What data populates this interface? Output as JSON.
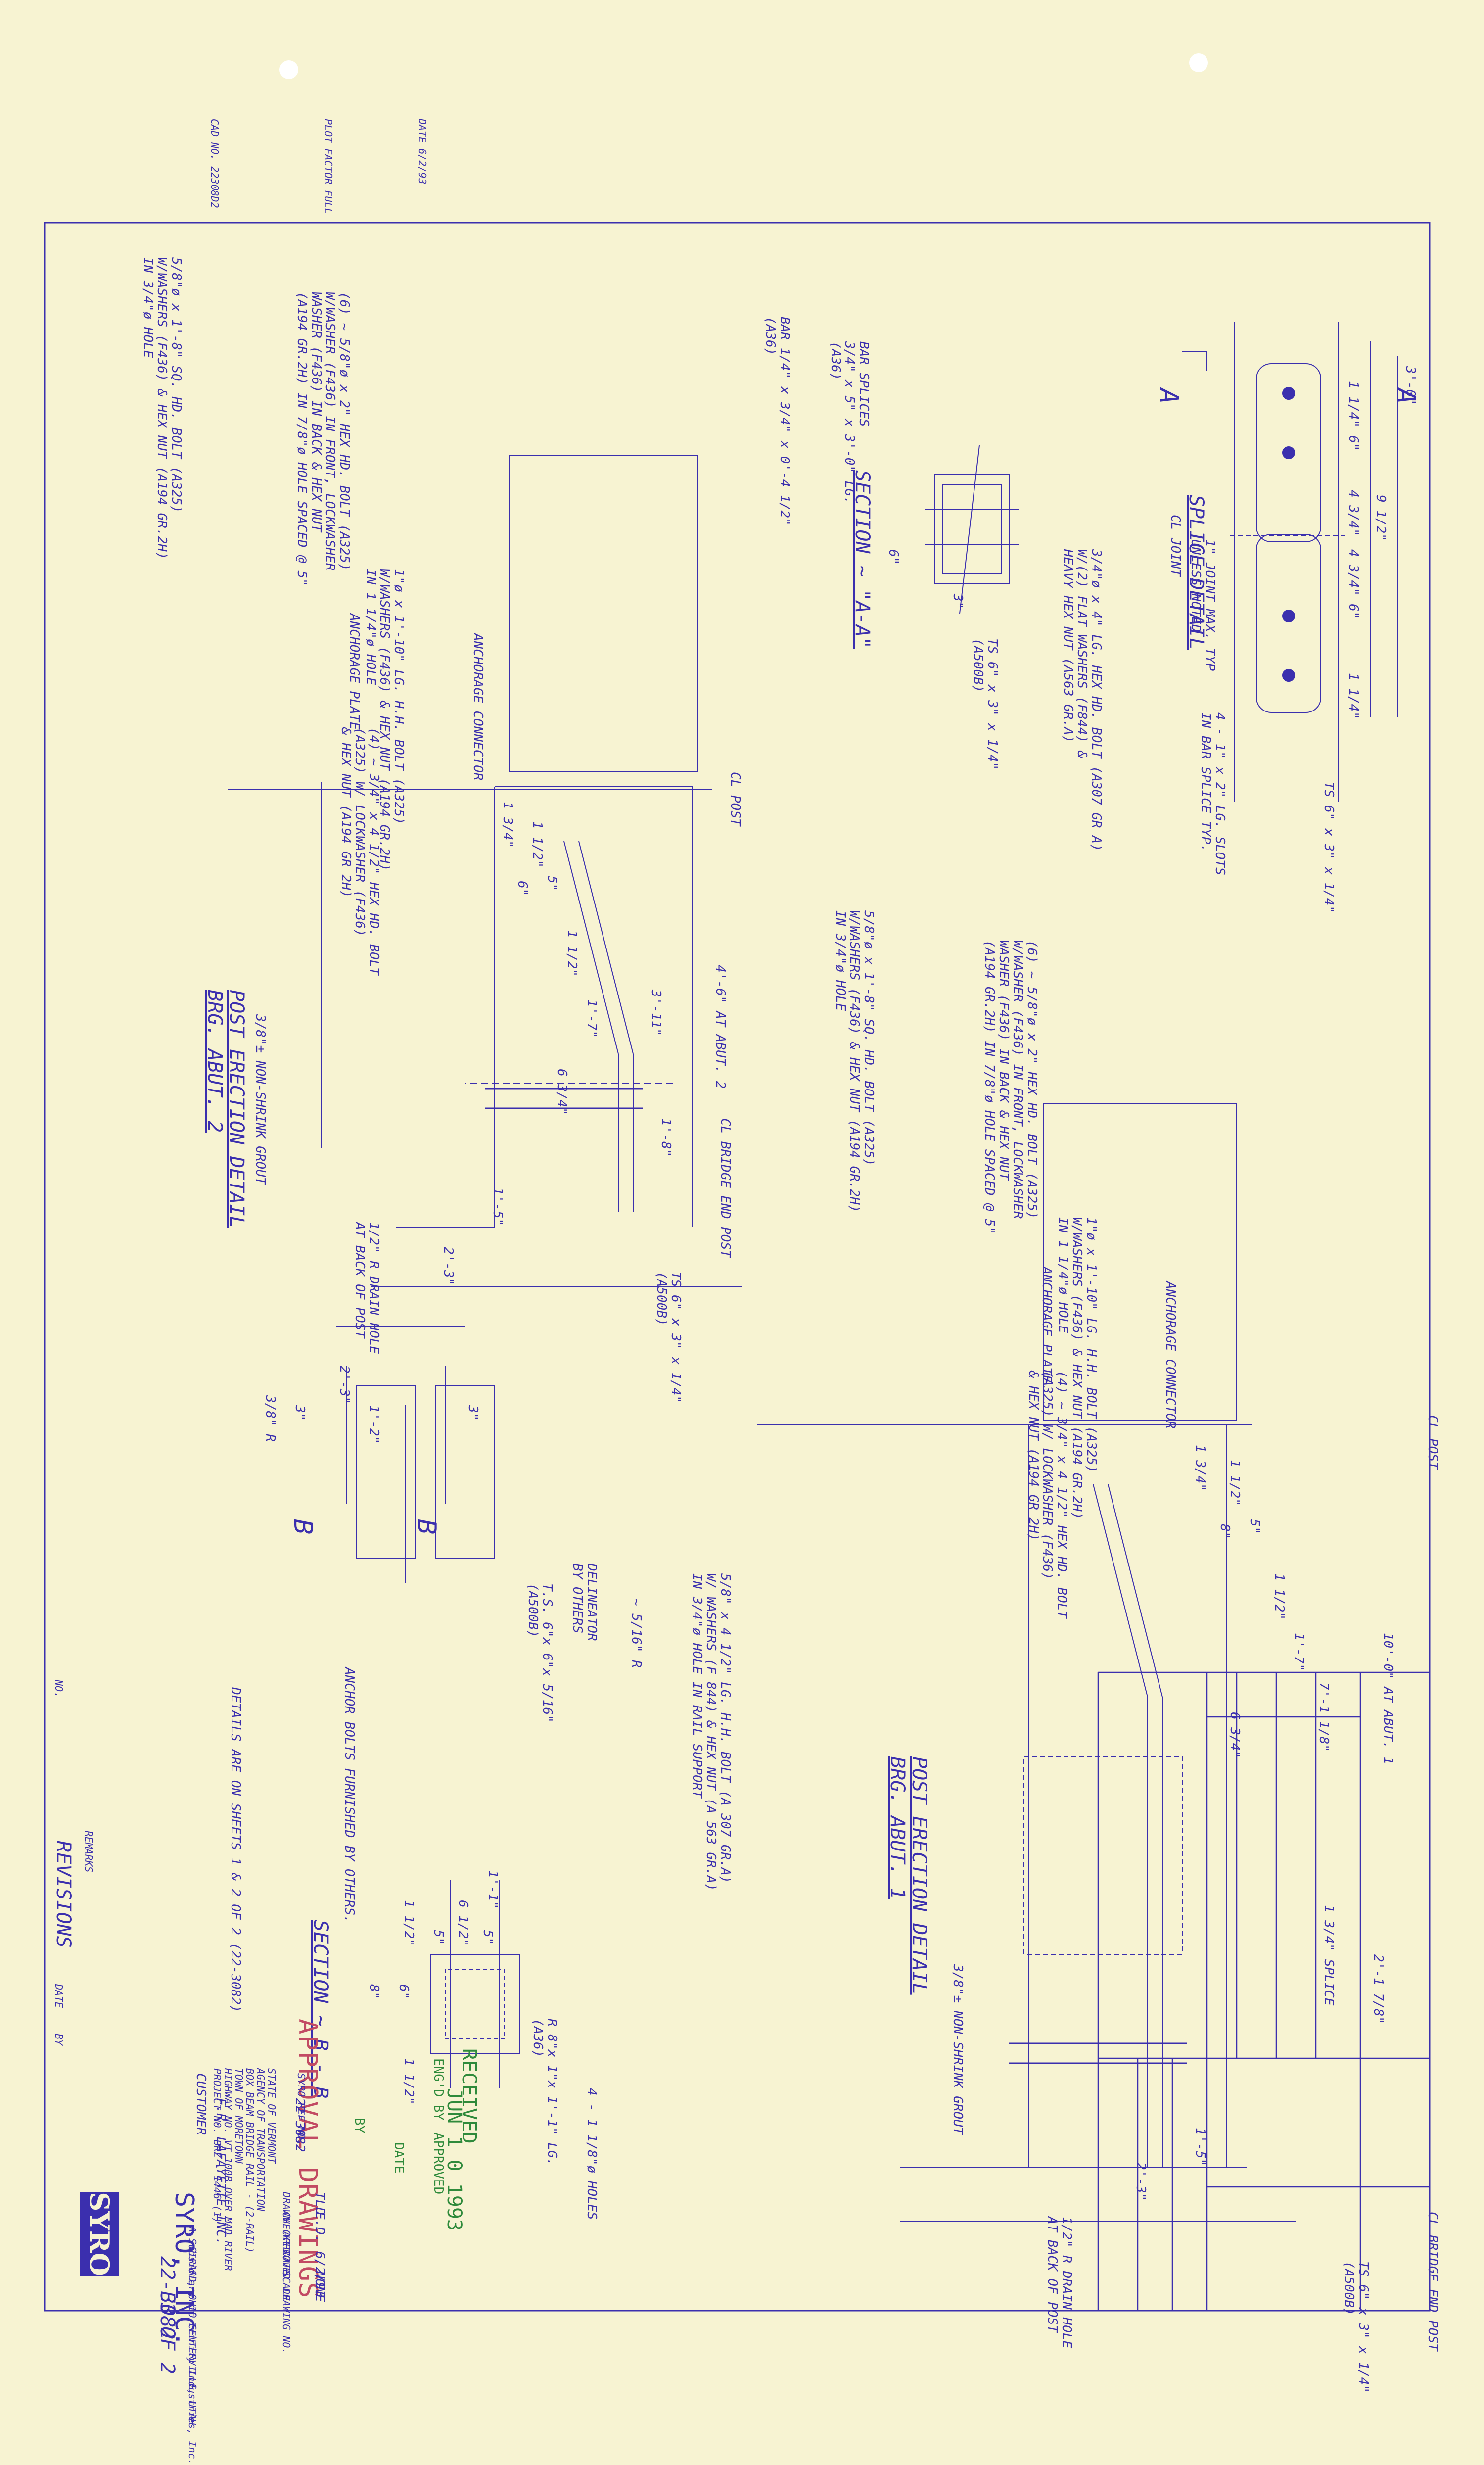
{
  "header": {
    "cad_no_label": "CAD NO. 22308D2",
    "plot_label": "PLOT FACTOR FULL",
    "date_label": "DATE 6/2/93"
  },
  "splice_detail": {
    "title": "SPLICE DETAIL",
    "dims": [
      "1 1/4\"",
      "6\"",
      "4 3/4\"",
      "4 3/4\"",
      "6\"",
      "1 1/4\"",
      "9 1/2\"",
      "3'-0\""
    ],
    "joint_note": "1\" JOINT MAX. TYP\nUNLESS NOTED",
    "cl_joint": "CL JOINT",
    "slot_note": "4 - 1\" x 2\" LG. SLOTS\nIN BAR SPLICE TYP.",
    "ts_note": "TS 6\" x 3\" x 1/4\"",
    "section_mark": "A"
  },
  "section_aa": {
    "title": "SECTION ~ \"A-A\"",
    "bar_splices": "BAR SPLICES\n3/4\" x 5\" x 3'-0\" LG.\n(A36)",
    "bar_note": "BAR 1/4\" x 3/4\" x 0'-4 1/2\"\n(A36)",
    "bolt_note": "3/4\"ø x 4\" LG. HEX HD. BOLT (A307 GR A)\nW/(2) FLAT WASHERS (F844) &\nHEAVY HEX NUT (A563 GR.A)",
    "ts_note": "TS 6\" x 3\" x 1/4\"\n(A500B)",
    "dim_6": "6\"",
    "dim_3": "3\""
  },
  "post_abut2": {
    "title": "POST ERECTION DETAIL\nBRG. ABUT. 2",
    "bolt_58": "5/8\"ø x 1'-8\" SQ. HD. BOLT (A325)\nW/WASHERS (F436) & HEX NUT (A194 GR.2H)\nIN 3/4\"ø HOLE",
    "bolt_78": "(6) ~ 5/8\"ø x 2\" HEX HD. BOLT (A325)\nW/WASHER (F436) IN FRONT, LOCKWASHER\nWASHER (F436) IN BACK & HEX NUT\n(A194 GR.2H) IN 7/8\"ø HOLE SPACED @ 5\"",
    "bolt_1": "1\"ø x 1'-10\" LG. H.H. BOLT (A325)\nW/WASHERS (F436) & HEX NUT (A194 GR.2H)\nIN 1 1/4\"ø HOLE",
    "anchor_plate": "ANCHORAGE PLATE",
    "anchor_connector": "ANCHORAGE CONNECTOR",
    "bolt_34": "(4) ~ 3/4\" x 4 1/2\" HEX HD. BOLT\n(A325) W/ LOCKWASHER (F436)\n& HEX NUT (A194 GR 2H)",
    "cl_post": "CL POST",
    "cl_bridge": "CL BRIDGE END POST",
    "grout": "3/8\"± NON-SHRINK GROUT",
    "drain": "1/2\" R DRAIN HOLE\nAT BACK OF POST",
    "ts_note": "TS 6\" x 3\" x 1/4\"\n(A500B)",
    "dims": [
      "1 1/2\"",
      "1 3/4\"",
      "5\"",
      "6\"",
      "1 1/2\"",
      "1'-7\"",
      "1'-8\"",
      "3'-11\"",
      "4'-6\" AT ABUT. 2",
      "6 3/4\"",
      "1'-5\"",
      "2'-3\""
    ]
  },
  "post_abut1": {
    "title": "POST ERECTION DETAIL\nBRG. ABUT. 1",
    "bolt_58": "5/8\"ø x 1'-8\" SQ. HD. BOLT (A325)\nW/WASHERS (F436) & HEX NUT (A194 GR.2H)\nIN 3/4\"ø HOLE",
    "bolt_78": "(6) ~ 5/8\"ø x 2\" HEX HD. BOLT (A325)\nW/WASHER (F436) IN FRONT, LOCKWASHER\nWASHER (F436) IN BACK & HEX NUT\n(A194 GR.2H) IN 7/8\"ø HOLE SPACED @ 5\"",
    "bolt_1": "1\"ø x 1'-10\" LG. H.H. BOLT (A325)\nW/WASHERS (F436) & HEX NUT (A194 GR.2H)\nIN 1 1/4\"ø HOLE",
    "anchor_plate": "ANCHORAGE PLATE",
    "anchor_connector": "ANCHORAGE CONNECTOR",
    "bolt_34": "(4) ~ 3/4\" x 4 1/2\" HEX HD. BOLT\n(A325) W/ LOCKWASHER (F436)\n& HEX NUT (A194 GR 2H)",
    "cl_post": "CL POST",
    "cl_bridge": "CL BRIDGE END POST",
    "grout": "3/8\"± NON-SHRINK GROUT",
    "drain": "1/2\" R DRAIN HOLE\nAT BACK OF POST",
    "ts_note": "TS 6\" x 3\" x 1/4\"\n(A500B)",
    "dims": [
      "1 1/2\"",
      "1 3/4\"",
      "5\"",
      "8\"",
      "1 1/2\"",
      "1'-7\"",
      "7'-1 1/8\"",
      "10'-0\" AT ABUT. 1",
      "6 3/4\"",
      "1 3/4\" SPLICE",
      "2'-1 7/8\"",
      "1'-5\"",
      "2'-3\""
    ]
  },
  "section_bb_side": {
    "dims": [
      "2'-3\"",
      "3\"",
      "1'-2\"",
      "3\"",
      "3/8\" R"
    ],
    "bolt_note": "5/8\" x 4 1/2\" LG. H.H. BOLT (A 307 GR.A)\nW/ WASHERS (F 844) & HEX NUT (A 563 GR.A)\nIN 3/4\"ø HOLE IN RAIL SUPPORT",
    "plate_note": "~ 5/16\" R",
    "delineator": "DELINEATOR\nBY OTHERS",
    "ts_note": "T.S. 6\"x 6\"x 5/16\"\n(A500B)",
    "anchor_note": "ANCHOR BOLTS FURNISHED BY OTHERS.",
    "marks": [
      "B",
      "B"
    ]
  },
  "section_bb": {
    "title": "SECTION ~ B - B",
    "dims": [
      "1'-1\"",
      "6 1/2\"",
      "5\"",
      "5\"",
      "1 1/2\"",
      "1 1/2\"",
      "6\"",
      "8\""
    ],
    "plate_note": "R 8\"x 1\"x 1'-1\" LG.\n(A36)",
    "holes_note": "4 - 1 1/8\"ø HOLES"
  },
  "notes": {
    "details": "DETAILS ARE ON SHEETS 1 & 2 OF 2 (22-3082)"
  },
  "stamp": {
    "approval": "APPROVAL DRAWINGS",
    "received": "RECEIVED",
    "received_by": "ENG'D BY",
    "date": "JUN 1 0 1993",
    "approved": "APPROVED",
    "by": "BY",
    "date_label": "DATE"
  },
  "title_block": {
    "revisions_label": "REVISIONS",
    "revisions_cols": [
      "NO.",
      "REMARKS",
      "DATE",
      "BY"
    ],
    "customer_label": "CUSTOMER",
    "customer": "F.R. LAFAYETTE INC.",
    "syro_ref_label": "SYRO REF NO.",
    "syro_ref": "22-3082",
    "project": "STATE OF VERMONT\nAGENCY OF TRANSPORTATION\nBOX BEAM BRIDGE RAIL - (2-RAIL)\nTOWN OF MORETOWN\nHIGHWAY NO. VT 100B OVER MAD RIVER\nPROJECT NO. BRZ - 1446 (1)",
    "drawn_label": "DRAWN",
    "drawn": "TLD",
    "checked_label": "CHECKED",
    "checked": "E.D.",
    "approved_label": "APPROVED",
    "date_label": "DATE",
    "date": "6/2/93",
    "scale_label": "SCALE",
    "scale": "NONE",
    "drawing_label": "DRAWING NO.",
    "drawing_no": "22-3082",
    "sheet": "E3 OF 2",
    "company_logo": "SYRO",
    "company": "SYRO, INC.",
    "subsidiary": "A Subsidiary of Trinity Industries, Inc.",
    "locations": "GIRARD, OHIO     CENTERVILLE, UTAH"
  },
  "colors": {
    "paper": "#f7f3d2",
    "ink": "#3b2fae",
    "stamp_green": "#2f8a3b",
    "stamp_red": "#c24a63"
  }
}
